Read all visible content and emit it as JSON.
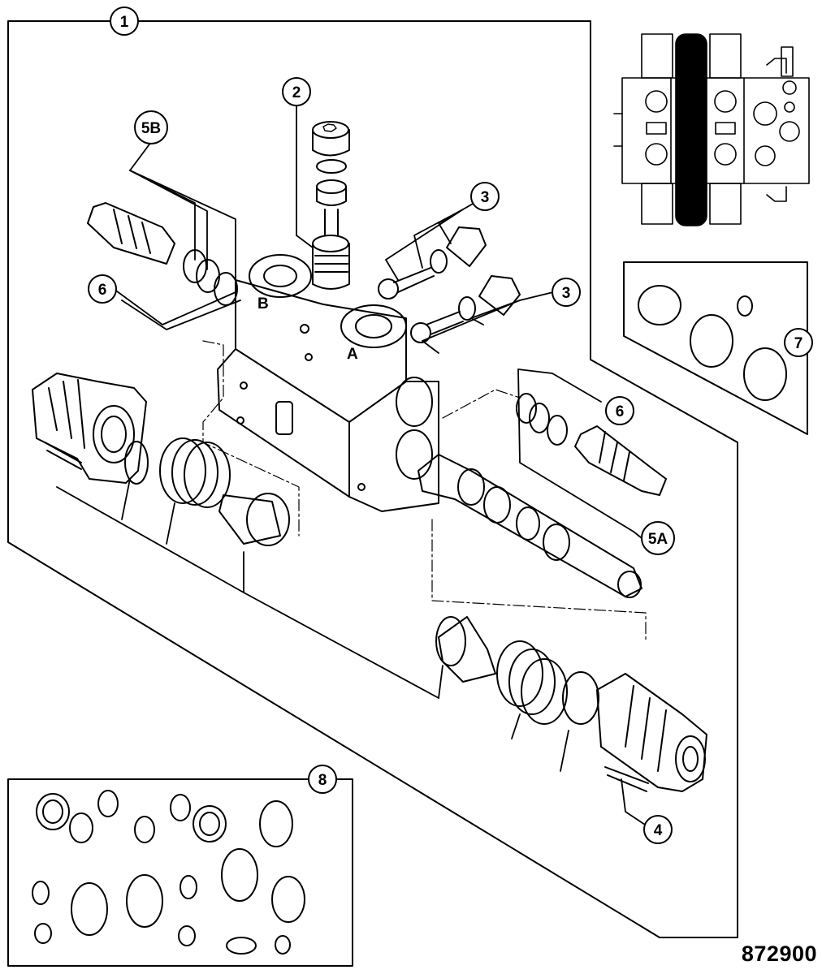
{
  "diagram_id": "872900",
  "callouts": {
    "assembly": "1",
    "relief_valve_top": "2",
    "check_valve_upper": "3",
    "check_valve_lower": "3",
    "cap_screw": "4",
    "aux_valve_a": "5A",
    "aux_valve_b": "5B",
    "seal_kit_left": "6",
    "seal_kit_right": "6",
    "oring_kit_small": "7",
    "seal_kit_large": "8"
  },
  "port_labels": {
    "port_a": "A",
    "port_b": "B"
  }
}
